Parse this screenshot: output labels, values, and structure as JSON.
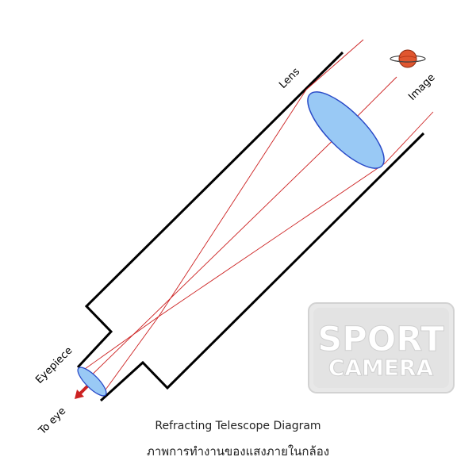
{
  "labels": {
    "lens": "Lens",
    "image": "Image",
    "eyepiece": "Eyepiece",
    "to_eye": "To eye"
  },
  "captions": {
    "title": "Refracting Telescope Diagram",
    "thai_title": "ภาพการทำงานของแสงภายในกล้อง"
  },
  "watermark": {
    "line1": "SPORT",
    "line2": "CAMERA"
  },
  "colors": {
    "tube": "#000000",
    "lens_fill": "#99c9f5",
    "lens_stroke": "#2a4bc8",
    "ray": "#cc1f1f",
    "planet": "#e0562f",
    "arrow": "#cc2222",
    "watermark_bg": "#e6e6e6"
  },
  "icons": {
    "planet": "ringed-planet-icon",
    "arrow": "arrow-down-left-icon"
  }
}
